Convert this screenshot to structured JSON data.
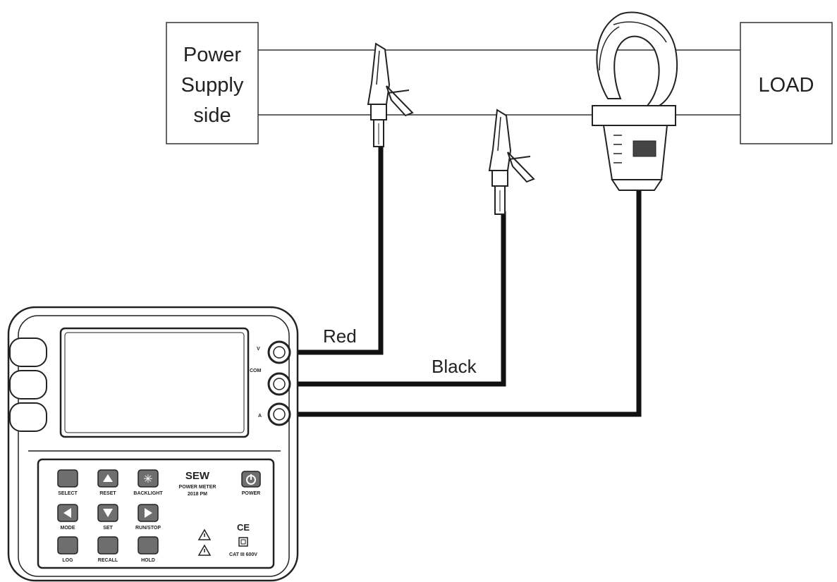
{
  "boxes": {
    "power_supply": [
      "Power",
      "Supply",
      "side"
    ],
    "load": "LOAD"
  },
  "leads": {
    "red": "Red",
    "black": "Black"
  },
  "meter": {
    "brand": "SEW",
    "model_line1": "POWER METER",
    "model_line2": "2018 PM",
    "buttons": {
      "select": "SELECT",
      "reset": "RESET",
      "backlight": "BACKLIGHT",
      "mode": "MODE",
      "set": "SET",
      "runstop": "RUN/STOP",
      "log": "LOG",
      "recall": "RECALL",
      "hold": "HOLD",
      "power": "POWER"
    },
    "terminals": {
      "v": "V",
      "com": "COM",
      "a": "A"
    },
    "ce_mark": "CE",
    "cat_rating": "CAT III 600V"
  },
  "colors": {
    "line": "#222222",
    "button": "#6e6e6e"
  }
}
